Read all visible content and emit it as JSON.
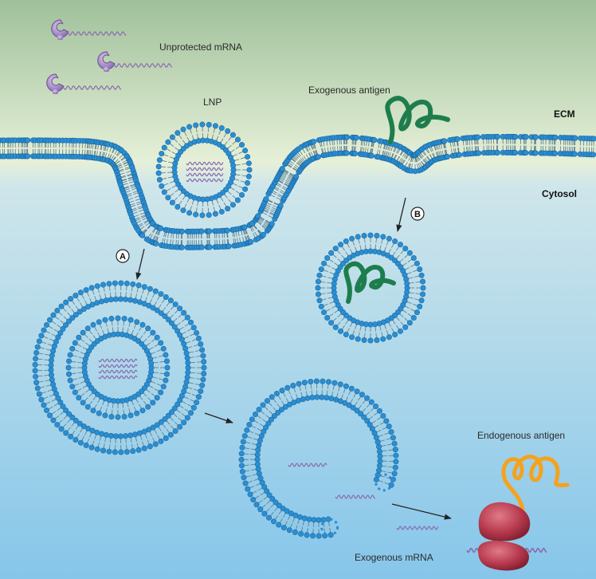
{
  "labels": {
    "unprotected_mrna": "Unprotected mRNA",
    "lnp": "LNP",
    "exogenous_antigen": "Exogenous antigen",
    "ecm": "ECM",
    "cytosol": "Cytosol",
    "endogenous_antigen": "Endogenous antigen",
    "exogenous_mrna": "Exogenous mRNA"
  },
  "steps": {
    "a": "A",
    "b": "B"
  },
  "colors": {
    "ecm_top": "#9fc09a",
    "ecm_bottom": "#e7f1d8",
    "cytosol_top": "#cfe6ea",
    "cytosol_bottom": "#86c6ea",
    "lipid_head": "#2b8ed0",
    "lipid_head_stroke": "#1a6aa6",
    "mrna": "#8a6bb0",
    "cap": "#9b7ec2",
    "exogenous_antigen": "#1e7d4d",
    "endogenous_antigen": "#f5a21c",
    "ribosome": "#b73a4d"
  },
  "icons": {
    "cap": "mrna-cap-icon",
    "antigen": "protein-coil-icon",
    "ribosome": "ribosome-icon"
  }
}
